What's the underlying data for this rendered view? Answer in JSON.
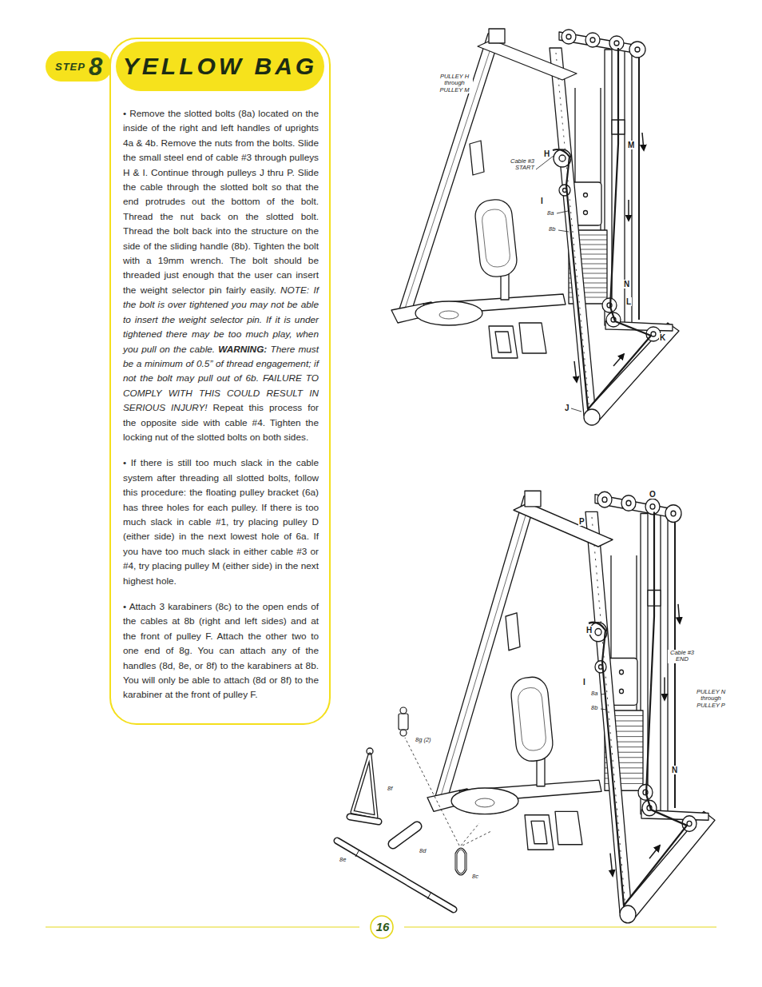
{
  "diagram": {
    "title": "YELLOW BAG",
    "nodes": [
      {
        "text": [
          "STEP",
          "8"
        ]
      },
      {
        "text": [
          "• Remove the slotted bolts (8a) located on the inside of the right and left handles of uprights 4a & 4b. Remove the nuts from the bolts. Slide the small steel end of cable #3 through pulleys H & I. Continue through pulleys J thru P. Slide the cable through the slotted bolt so that the end protrudes out the bottom of the bolt. Thread the nut back on the slotted bolt. Thread the bolt back into the structure on the side of the sliding handle (8b). Tighten the bolt with a 19mm wrench. The bolt should be threaded just enough that the user can insert the weight selector pin fairly easily.",
          "NOTE: If the bolt is over tightened you may not be able to insert the weight selector pin. If it is under tightened there may be too much play, when you pull on the cable.",
          "WARNING:",
          "There must be a minimum of 0.5” of thread engagement; if not the bolt may pull out of 6b. FAILURE TO COMPLY WITH THIS COULD RESULT IN SERIOUS INJURY!",
          "Repeat this process for the opposite side with cable #4. Tighten the locking nut of the slotted bolts on both sides.",
          "• If there is still too much slack in the cable system after threading all slotted bolts, follow this procedure: the floating pulley bracket (6a) has three holes for each pulley. If there is too much slack in cable #1, try placing pulley D (either side) in the next lowest hole of 6a. If you have too much slack in either cable #3 or #4, try placing pulley M (either side) in the next highest hole.",
          "• Attach 3 karabiners (8c) to the open ends of the cables at 8b (right and left sides) and at the front of pulley F. Attach the other two to one end of 8g. You can attach any of the handles (8d, 8e, or 8f) to the karabiners at 8b. You will only be able to attach (8d or 8f) to the karabiner at the front of pulley F."
        ]
      }
    ],
    "edges": [],
    "labels": [
      "PULLEY H through PULLEY M",
      "Cable #3 START",
      "H",
      "I",
      "8a",
      "8b",
      "M",
      "N",
      "L",
      "K",
      "J",
      "O",
      "P",
      "H",
      "I",
      "8a",
      "8b",
      "Cable #3 END",
      "PULLEY N through PULLEY P",
      "N",
      "8g (2)",
      "8f",
      "8e",
      "8d",
      "8c",
      "16"
    ]
  }
}
